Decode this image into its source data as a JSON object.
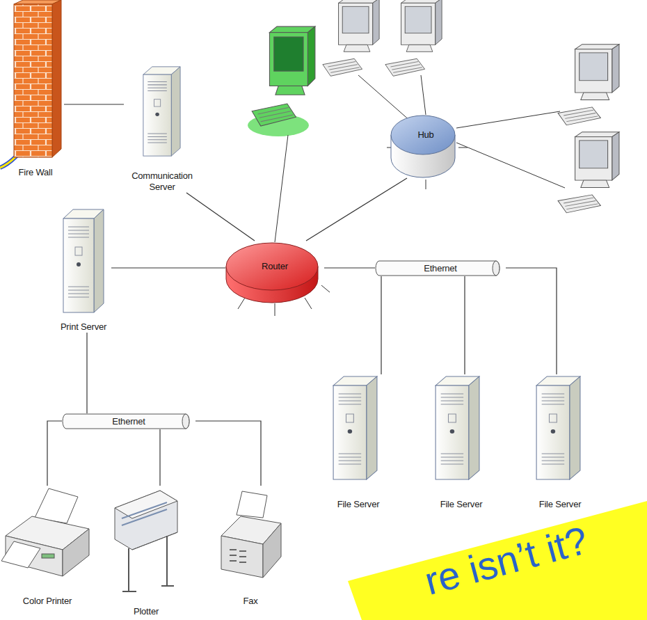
{
  "diagram": {
    "nodes": [
      {
        "text": [
          "Fire Wall"
        ]
      },
      {
        "text": [
          "Communication Server"
        ]
      },
      {
        "text": [
          "Hub"
        ]
      },
      {
        "text": [
          "Print Server"
        ]
      },
      {
        "text": [
          "Router"
        ]
      },
      {
        "text": [
          "Ethernet"
        ]
      },
      {
        "text": [
          "File Server"
        ]
      },
      {
        "text": [
          "File Server"
        ]
      },
      {
        "text": [
          "File Server"
        ]
      },
      {
        "text": [
          "Ethernet"
        ]
      },
      {
        "text": [
          "Color Printer"
        ]
      },
      {
        "text": [
          "Plotter"
        ]
      },
      {
        "text": [
          "Fax"
        ]
      }
    ],
    "edges": [
      {
        "from": 0,
        "to": 1,
        "arrow": "none"
      },
      {
        "from": 1,
        "to": 4,
        "arrow": "none"
      },
      {
        "from": 4,
        "to": 2,
        "arrow": "none"
      },
      {
        "from": 4,
        "to": 3,
        "arrow": "none"
      },
      {
        "from": 4,
        "to": 5,
        "arrow": "none"
      },
      {
        "from": 5,
        "to": 6,
        "arrow": "none"
      },
      {
        "from": 5,
        "to": 7,
        "arrow": "none"
      },
      {
        "from": 5,
        "to": 8,
        "arrow": "none"
      },
      {
        "from": 3,
        "to": 9,
        "arrow": "none"
      },
      {
        "from": 9,
        "to": 10,
        "arrow": "none"
      },
      {
        "from": 9,
        "to": 11,
        "arrow": "none"
      },
      {
        "from": 9,
        "to": 12,
        "arrow": "none"
      }
    ],
    "labels": [
      "re isn’t it?"
    ]
  }
}
